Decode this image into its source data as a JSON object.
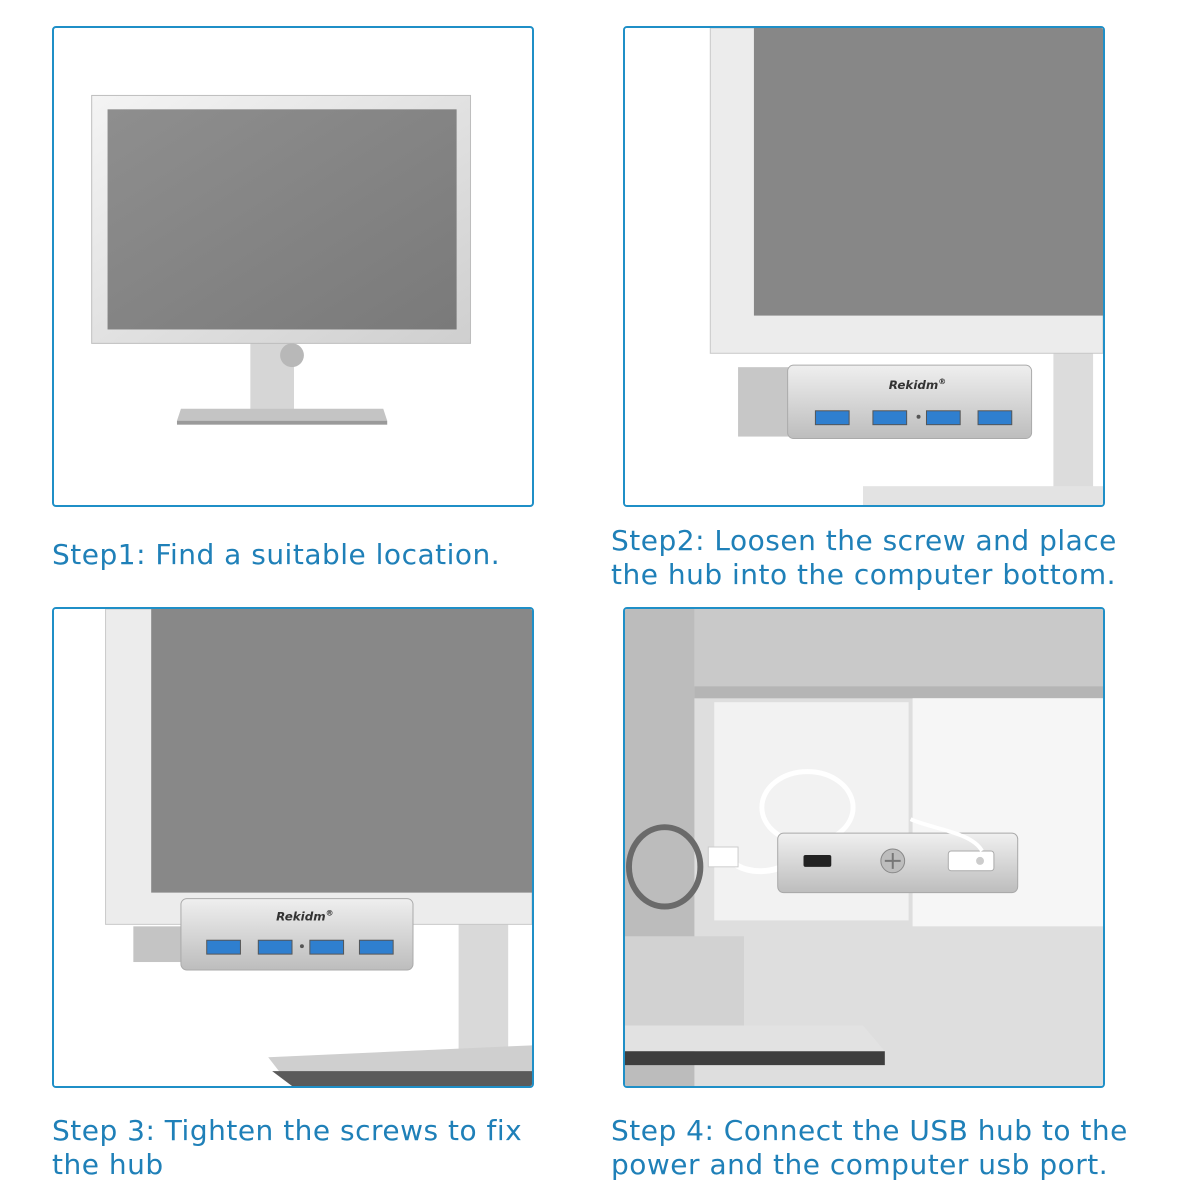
{
  "steps": [
    {
      "caption": "Step1: Find a suitable location."
    },
    {
      "caption": "Step2: Loosen the screw and place the hub into the computer bottom."
    },
    {
      "caption": "Step 3: Tighten the screws to fix the hub"
    },
    {
      "caption": "Step 4: Connect the USB hub to the power and the computer usb port."
    }
  ],
  "brand": {
    "name": "Rekidm",
    "mark": "®"
  },
  "colors": {
    "frame": "#1f8fc7",
    "caption": "#1f80b8",
    "screen": "#8a8a8a",
    "bezel": "#e8e8e8",
    "usb_port": "#2f7fcf"
  }
}
